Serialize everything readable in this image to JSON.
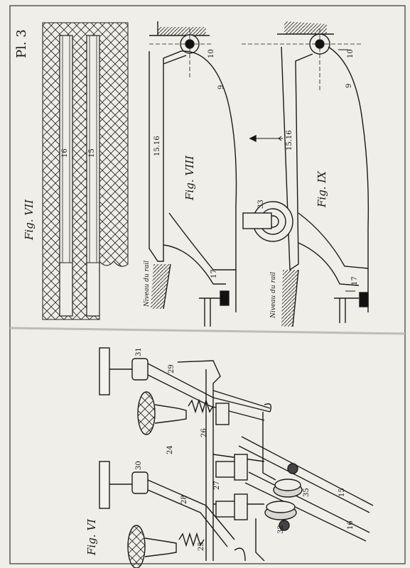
{
  "plate": {
    "title": "Pl. 3"
  },
  "figures": {
    "fig7": {
      "caption": "Fig. VII",
      "labels": [
        "16",
        "15"
      ]
    },
    "fig8": {
      "caption": "Fig. VIII",
      "rail_level": "Niveau du rail",
      "labels": [
        "10",
        "9",
        "15.16",
        "17"
      ]
    },
    "fig9": {
      "caption": "Fig. IX",
      "rail_level": "Niveau du rail",
      "labels": [
        "10",
        "9",
        "15.16",
        "33",
        "17"
      ]
    },
    "fig6": {
      "caption": "Fig. VI",
      "labels": [
        "31",
        "29",
        "24",
        "26",
        "30",
        "28",
        "27",
        "25",
        "32",
        "35",
        "15",
        "16"
      ]
    }
  }
}
